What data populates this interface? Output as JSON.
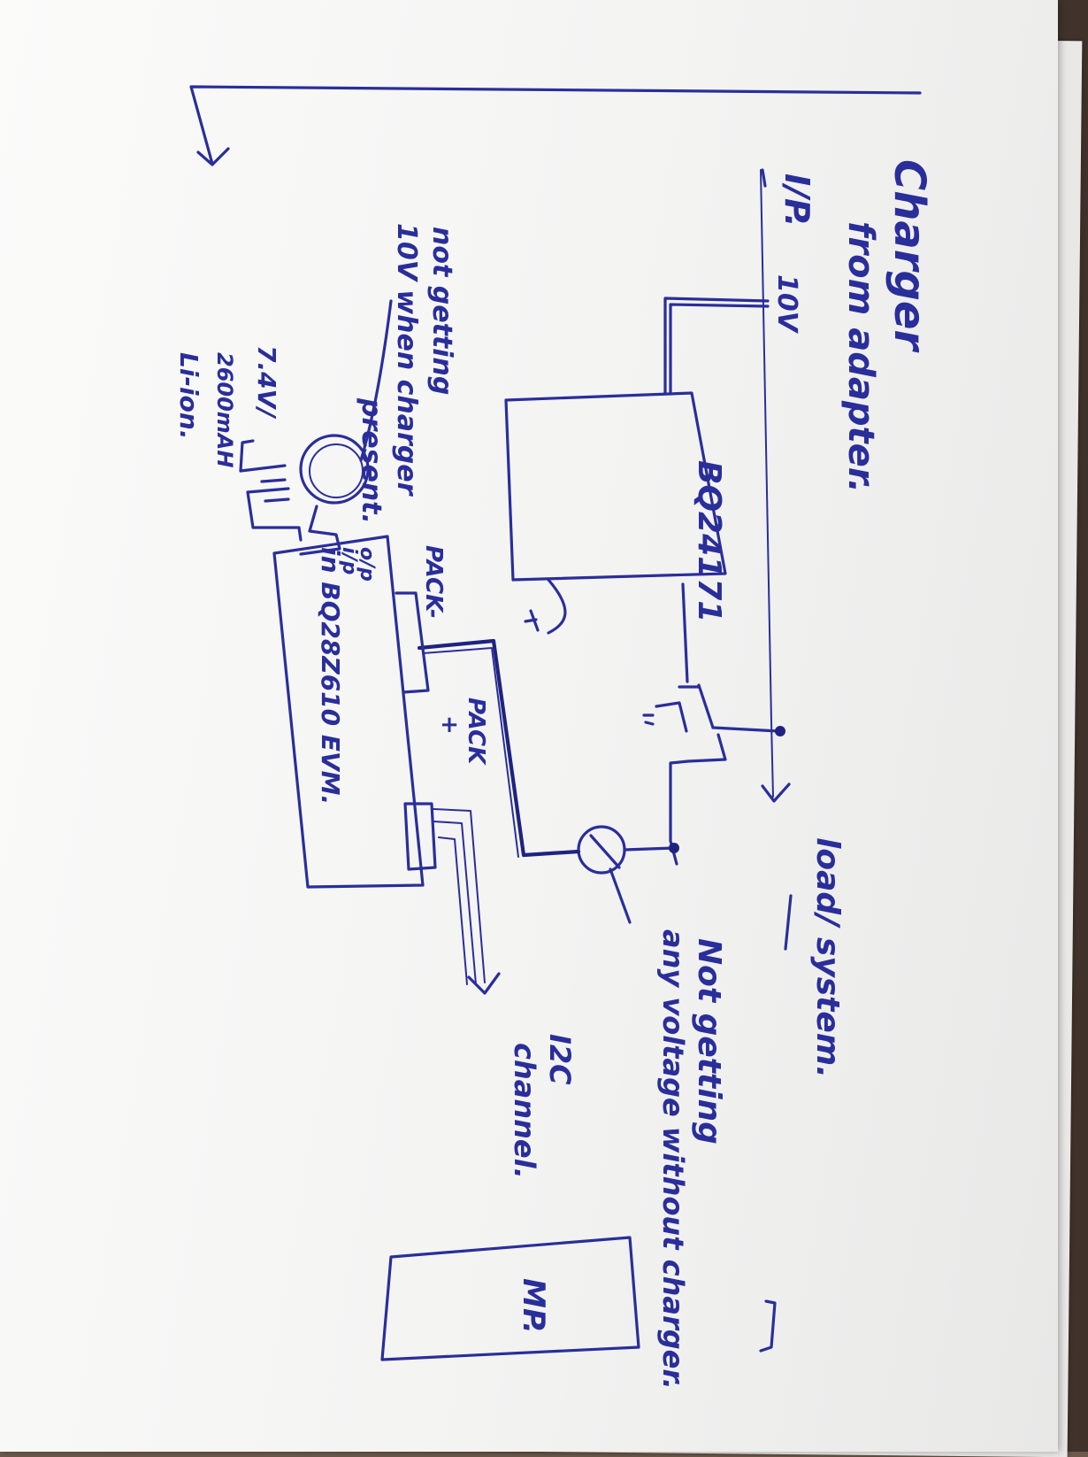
{
  "annotations": {
    "charger_1": "Charger",
    "charger_2": "from adapter.",
    "input_label": "I/P.",
    "input_voltage": "10V",
    "load_label": "load/ system.",
    "not_getting_1": "not getting",
    "not_getting_2": "10V when charger",
    "not_getting_3": "present.",
    "batt_1": "7.4V/",
    "batt_2": "2600mAH",
    "batt_3": "Li-ion.",
    "evm_1": "o/p",
    "evm_2": "i/p",
    "evm_3": "in BQ28Z610 EVM.",
    "pack_minus": "PACK-",
    "pack_plus_1": "PACK",
    "pack_plus_2": "+",
    "chip": "BQ24171",
    "no_volt_1": "Not getting",
    "no_volt_2": "any voltage without charger.",
    "i2c_1": "I2C",
    "i2c_2": "channel.",
    "mcu": "MP."
  },
  "colors": {
    "ink": "#2a2e9a",
    "paper": "#f6f6f5",
    "desk": "#6e5a4a"
  }
}
